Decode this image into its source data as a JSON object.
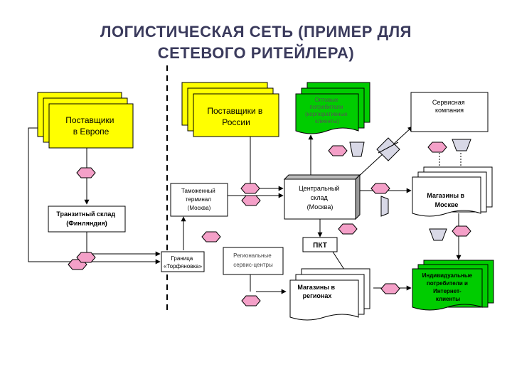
{
  "title": {
    "line1": "ЛОГИСТИЧЕСКАЯ СЕТЬ (ПРИМЕР ДЛЯ",
    "line2": "СЕТЕВОГО РИТЕЙЛЕРА)"
  },
  "nodes": {
    "suppliers_europe": [
      "Поставщики",
      "в Европе"
    ],
    "suppliers_russia": [
      "Поставщики в",
      "России"
    ],
    "wholesale": [
      "Оптовые",
      "потребители",
      "(корпоративные",
      "клиенты)"
    ],
    "service_company": [
      "Сервисная",
      "компания"
    ],
    "transit_warehouse": [
      "Транзитный склад",
      "(Финляндия)"
    ],
    "customs_terminal": [
      "Таможенный",
      "терминал",
      "(Москва)"
    ],
    "central_warehouse": [
      "Центральный",
      "склад",
      "(Москва)"
    ],
    "stores_moscow": [
      "Магазины в",
      "Москве"
    ],
    "border": [
      "Граница",
      "«Торфяновка»"
    ],
    "regional_service": [
      "Региональные",
      "сервис-центры"
    ],
    "pkt": [
      "ПКТ"
    ],
    "stores_regions": [
      "Магазины в",
      "регионах"
    ],
    "individual": [
      "Индивидуальные",
      "потребители и",
      "Интернет-",
      "клиенты"
    ]
  },
  "colors": {
    "yellow": "#ffff00",
    "green": "#00cc00",
    "node_pink": "#f4a0c8",
    "transport_gray": "#d8d8e6",
    "line": "#000000",
    "title": "#3a3a5c"
  }
}
